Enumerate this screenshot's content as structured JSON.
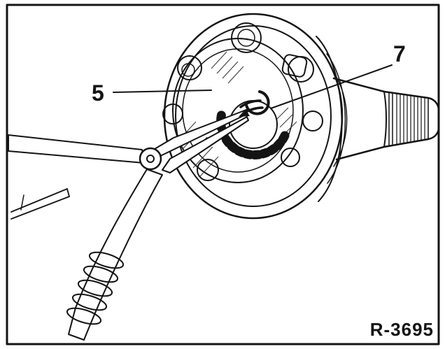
{
  "figure": {
    "label_5": "5",
    "label_7": "7",
    "reference": "R-3695"
  },
  "colors": {
    "ink": "#141414",
    "paper": "#ffffff"
  }
}
